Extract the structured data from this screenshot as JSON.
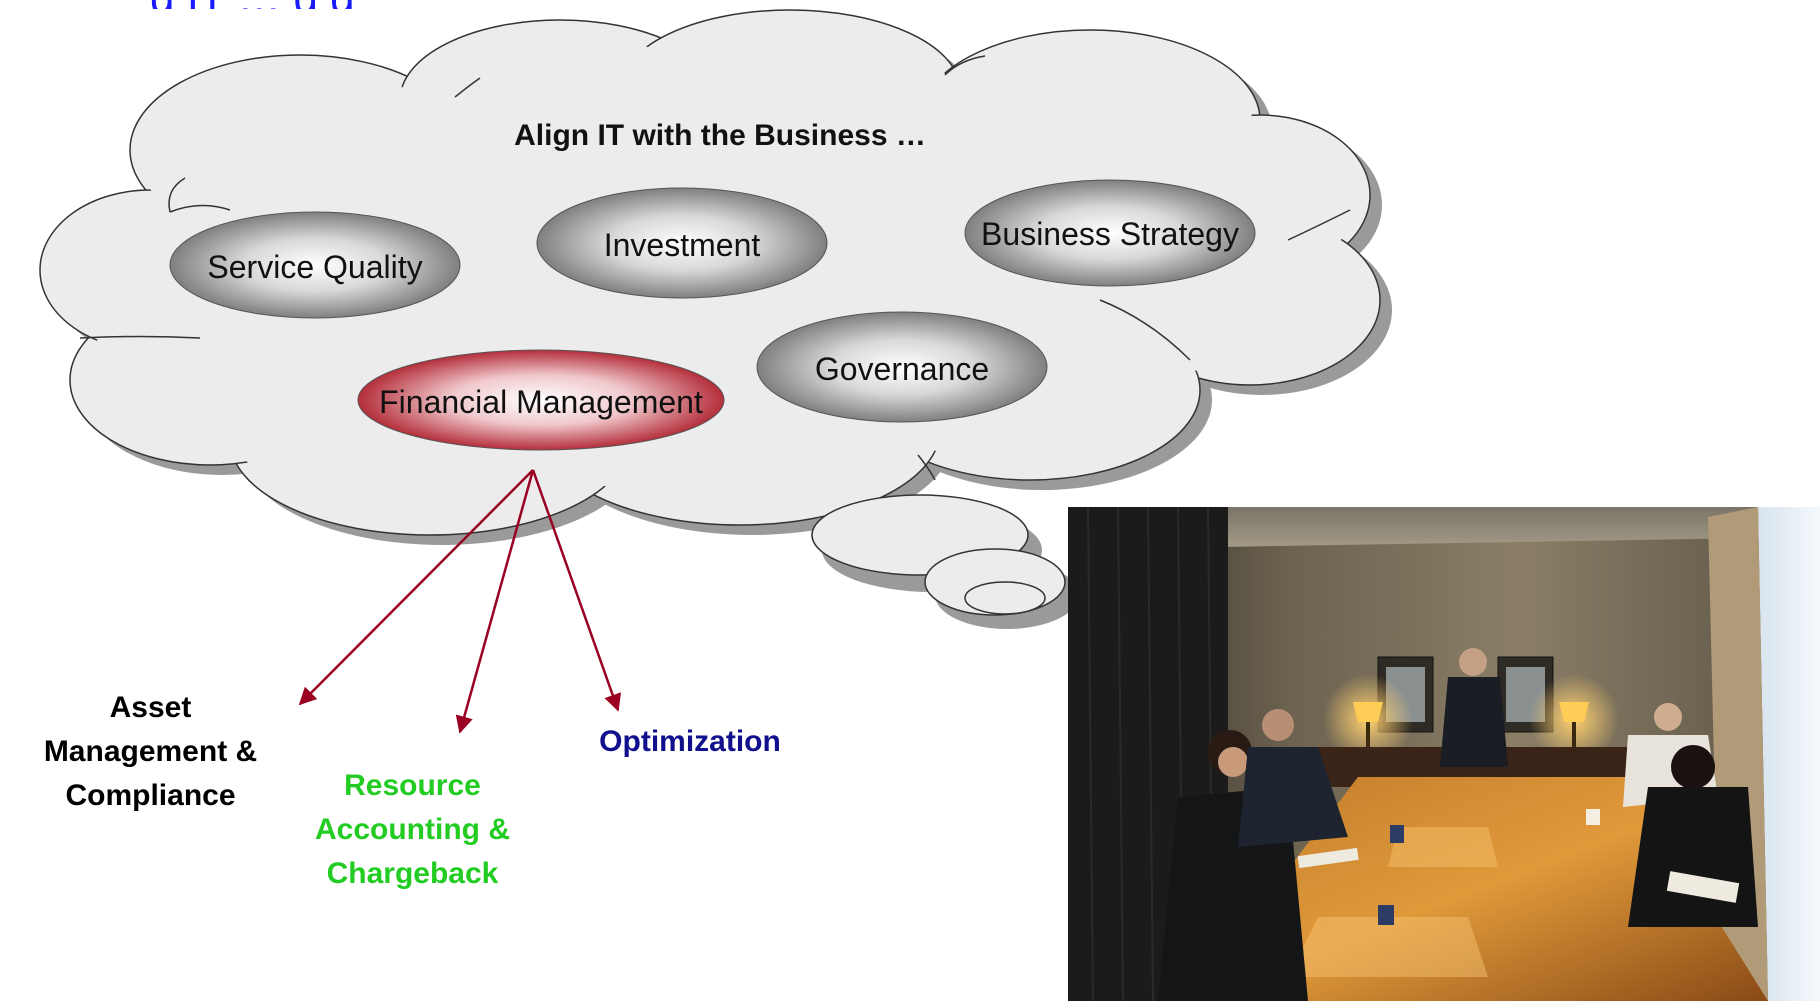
{
  "header": {
    "title": "g IT … g g"
  },
  "cloud": {
    "heading": "Align IT with the Business …",
    "topics": [
      {
        "label": "Service Quality",
        "style": "gray"
      },
      {
        "label": "Investment",
        "style": "gray"
      },
      {
        "label": "Business Strategy",
        "style": "gray"
      },
      {
        "label": "Governance",
        "style": "gray"
      },
      {
        "label": "Financial Management",
        "style": "red"
      }
    ]
  },
  "outcomes": [
    {
      "lines": [
        "Asset",
        "Management &",
        "Compliance"
      ],
      "color": "#000000"
    },
    {
      "lines": [
        "Resource",
        "Accounting &",
        "Chargeback"
      ],
      "color": "#22cc22"
    },
    {
      "lines": [
        "Optimization"
      ],
      "color": "#10108c"
    }
  ],
  "colors": {
    "cloud_fill": "#ececec",
    "cloud_shadow": "#9a9a9a",
    "arrow": "#990022",
    "highlight": "#b0142a"
  },
  "photo": {
    "icon": "meeting-room-photo"
  }
}
